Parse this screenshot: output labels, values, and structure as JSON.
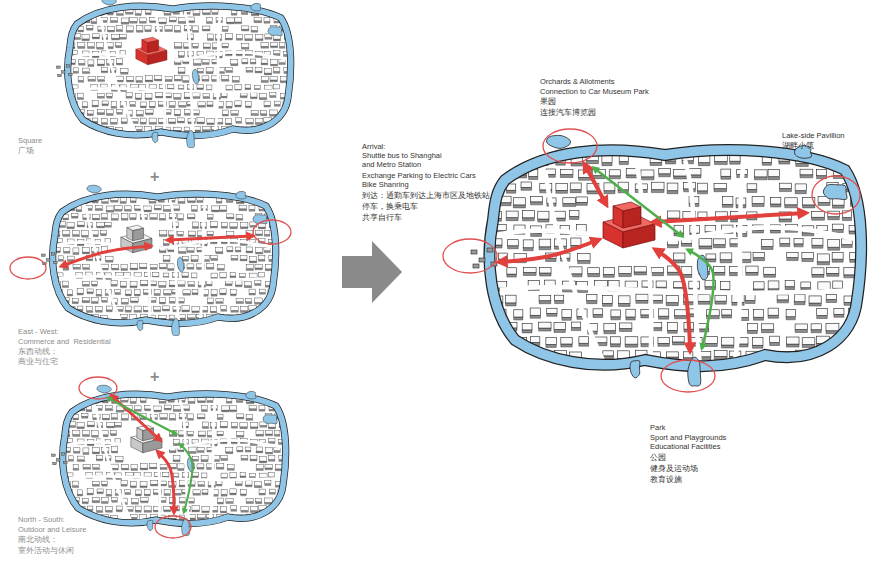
{
  "diagram": {
    "labels": [
      "Square",
      "广场",
      "+",
      "East - West:",
      "Commerce and  Residential",
      "东西动线：",
      "商业与住宅",
      "+",
      "North - South:",
      "Outdoor and Leisure",
      "南北动线：",
      "室外活动与休闲",
      "Arrival:",
      "Shuttle bus to Shanghai and Metro Station",
      "Exchange Parking to Electric Cars",
      "Bike Shanring",
      "到达：通勤车到达上海市区及地铁站",
      "停车，换乘电车",
      "共享自行车",
      "Orchards & Allotments",
      "Connection to Car Museum Park",
      "果园",
      "连接汽车博览园",
      "Lake-side Pavillion",
      "湖畔小筑",
      "Park",
      "Sport and Playgrounds",
      "Educational Facilities",
      "公园",
      "健身及运动场",
      "教育设施"
    ]
  }
}
